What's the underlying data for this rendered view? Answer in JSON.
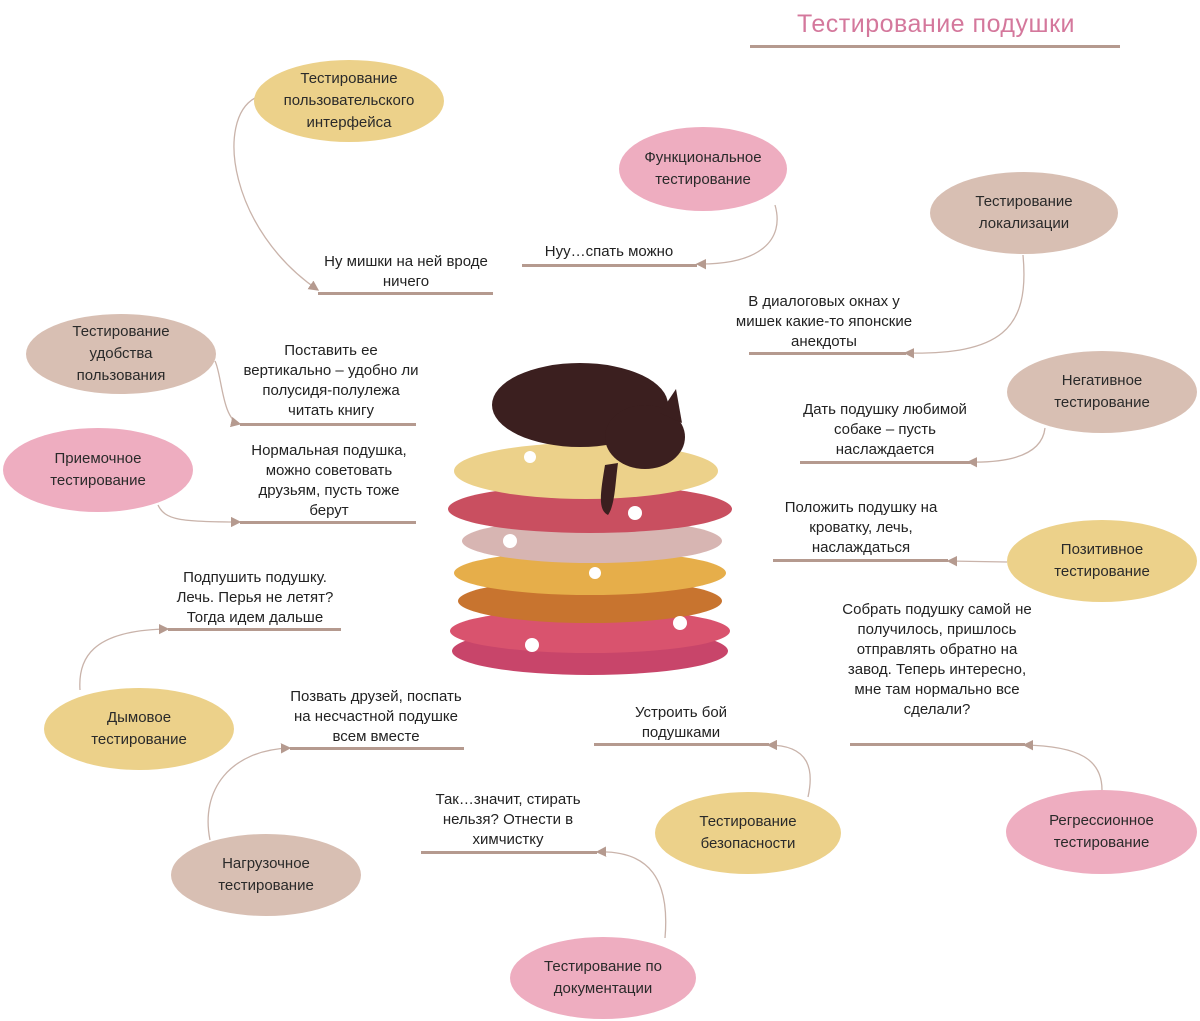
{
  "title": "Тестирование подушки",
  "nodes": {
    "ui": "Тестирование пользовательского интерфейса",
    "functional": "Функциональное тестирование",
    "localization": "Тестирование локализации",
    "usability": "Тестирование удобства пользования",
    "negative": "Негативное тестирование",
    "acceptance": "Приемочное тестирование",
    "positive": "Позитивное тестирование",
    "smoke": "Дымовое тестирование",
    "load": "Нагрузочное тестирование",
    "security": "Тестирование безопасности",
    "regression": "Регрессионное тестирование",
    "documentation": "Тестирование по документации"
  },
  "notes": {
    "ui": "Ну мишки на ней вроде ничего",
    "functional": "Нуу…спать можно",
    "localization": "В диалоговых окнах у мишек какие-то японские анекдоты",
    "usability": "Поставить ее вертикально – удобно ли полусидя-полулежа читать книгу",
    "negative": "Дать подушку любимой собаке – пусть наслаждается",
    "acceptance": "Нормальная подушка, можно советовать друзьям, пусть тоже берут",
    "positive": "Положить подушку на кроватку, лечь, наслаждаться",
    "smoke": "Подпушить подушку. Лечь. Перья не летят? Тогда идем дальше",
    "regression": "Собрать подушку самой не получилось, пришлось отправлять обратно на завод. Теперь интересно, мне там нормально все сделали?",
    "load": "Позвать друзей, поспать на несчастной подушке всем вместе",
    "security": "Устроить бой подушками",
    "documentation": "Так…значит, стирать нельзя? Отнести в химчистку"
  },
  "colors": {
    "yellow": "#ecd18a",
    "pink": "#eeadc0",
    "beige": "#d8bfb3",
    "line": "#b59a8f",
    "title": "#d4789c"
  }
}
